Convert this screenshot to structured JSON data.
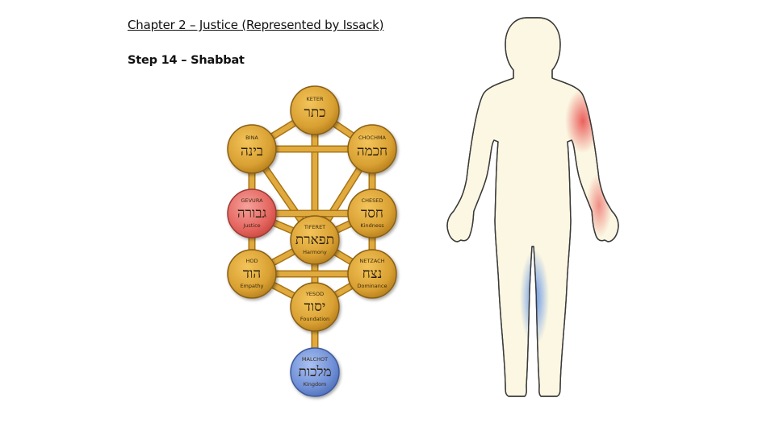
{
  "header": {
    "title": "Chapter 2 – Justice (Represented by Issack)",
    "step": "Step 14 – Shabbat"
  },
  "colors": {
    "gold": "#d9a032",
    "gold_dark": "#9a6a14",
    "gevura": "#e8706a",
    "malchot": "#6f8fd6",
    "arm_highlight": "#e85050",
    "leg_highlight": "#5b8de0",
    "body_fill": "#fbf7e2"
  },
  "sefirot": [
    {
      "id": "keter",
      "latin": "KETER",
      "hebrew": "כתר",
      "english": "",
      "color": "gold"
    },
    {
      "id": "bina",
      "latin": "BINA",
      "hebrew": "בינה",
      "english": "",
      "color": "gold"
    },
    {
      "id": "chochma",
      "latin": "CHOCHMA",
      "hebrew": "חכמה",
      "english": "",
      "color": "gold"
    },
    {
      "id": "gevura",
      "latin": "GEVURA",
      "hebrew": "גבורה",
      "english": "Justice",
      "color": "gevura"
    },
    {
      "id": "chesed",
      "latin": "CHESED",
      "hebrew": "חסד",
      "english": "Kindness",
      "color": "gold"
    },
    {
      "id": "tiferet",
      "latin": "TIFERET",
      "hebrew": "תפארת",
      "english": "Harmony",
      "color": "gold"
    },
    {
      "id": "hod",
      "latin": "HOD",
      "hebrew": "הוד",
      "english": "Empathy",
      "color": "gold"
    },
    {
      "id": "netzach",
      "latin": "NETZACH",
      "hebrew": "נצח",
      "english": "Dominance",
      "color": "gold"
    },
    {
      "id": "yesod",
      "latin": "YESOD",
      "hebrew": "יסוד",
      "english": "Foundation",
      "color": "gold"
    },
    {
      "id": "malchot",
      "latin": "MALCHOT",
      "hebrew": "מלכות",
      "english": "Kingdom",
      "color": "malchot"
    }
  ]
}
